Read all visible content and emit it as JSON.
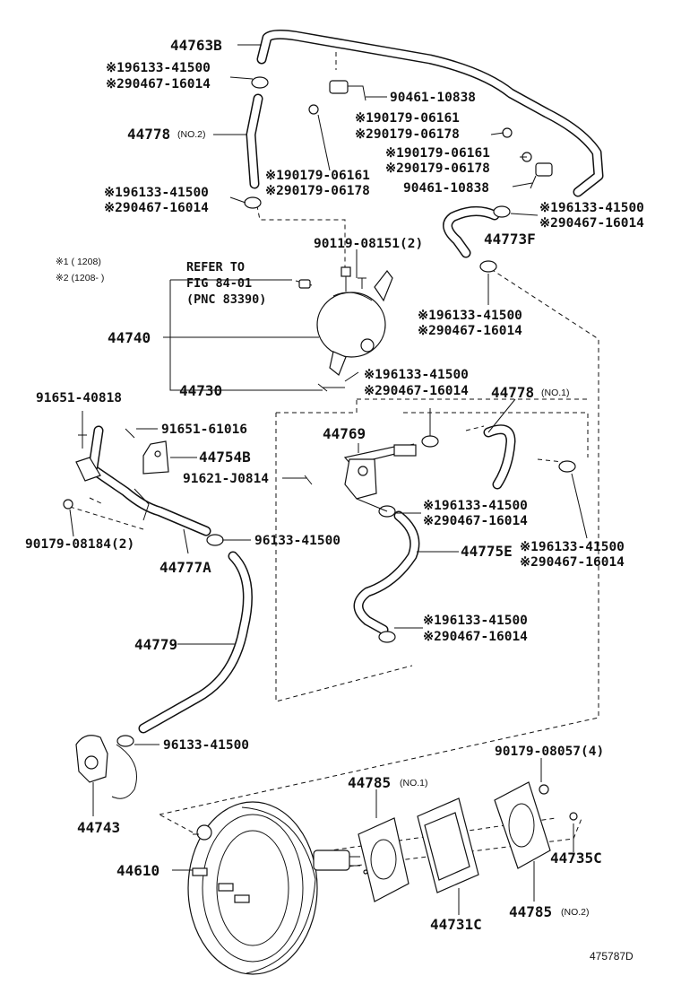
{
  "labels": {
    "p44763B": "44763B",
    "p44778": "44778",
    "p44778_sub": "(NO.2)",
    "p44778b": "44778",
    "p44778b_sub": "(NO.1)",
    "p90461a": "90461-10838",
    "p90461b": "90461-10838",
    "p44773F": "44773F",
    "p90119": "90119-08151(2)",
    "p44740": "44740",
    "p44730": "44730",
    "p44769": "44769",
    "p91651a": "91651-40818",
    "p91651b": "91651-61016",
    "p44754B": "44754B",
    "p91621": "91621-J0814",
    "p90179a": "90179-08184(2)",
    "p44777A": "44777A",
    "p96133a": "96133-41500",
    "p44775E": "44775E",
    "p44779": "44779",
    "p96133b": "96133-41500",
    "p44743": "44743",
    "p90179b": "90179-08057(4)",
    "p44785a": "44785",
    "p44785a_sub": "(NO.1)",
    "p44735C": "44735C",
    "p44610": "44610",
    "p44731C": "44731C",
    "p44785b": "44785",
    "p44785b_sub": "(NO.2)",
    "diagram_id": "475787D"
  },
  "pairs": {
    "a1": "※196133-41500",
    "a2": "※290467-16014",
    "b1": "※190179-06161",
    "b2": "※290179-06178",
    "c1": "※190179-06161",
    "c2": "※290179-06178",
    "d1": "※190179-06161",
    "d2": "※290179-06178",
    "e1": "※196133-41500",
    "e2": "※290467-16014",
    "f1": "※196133-41500",
    "f2": "※290467-16014",
    "g1": "※196133-41500",
    "g2": "※290467-16014",
    "h1": "※196133-41500",
    "h2": "※290467-16014",
    "i1": "※196133-41500",
    "i2": "※290467-16014",
    "j1": "※196133-41500",
    "j2": "※290467-16014",
    "k1": "※196133-41500",
    "k2": "※290467-16014"
  },
  "legend": {
    "l1": "※1 (      1208)",
    "l2": "※2 (1208-      )"
  },
  "refer": {
    "line1": "REFER TO",
    "line2": "FIG 84-01",
    "line3": "(PNC 83390)"
  }
}
